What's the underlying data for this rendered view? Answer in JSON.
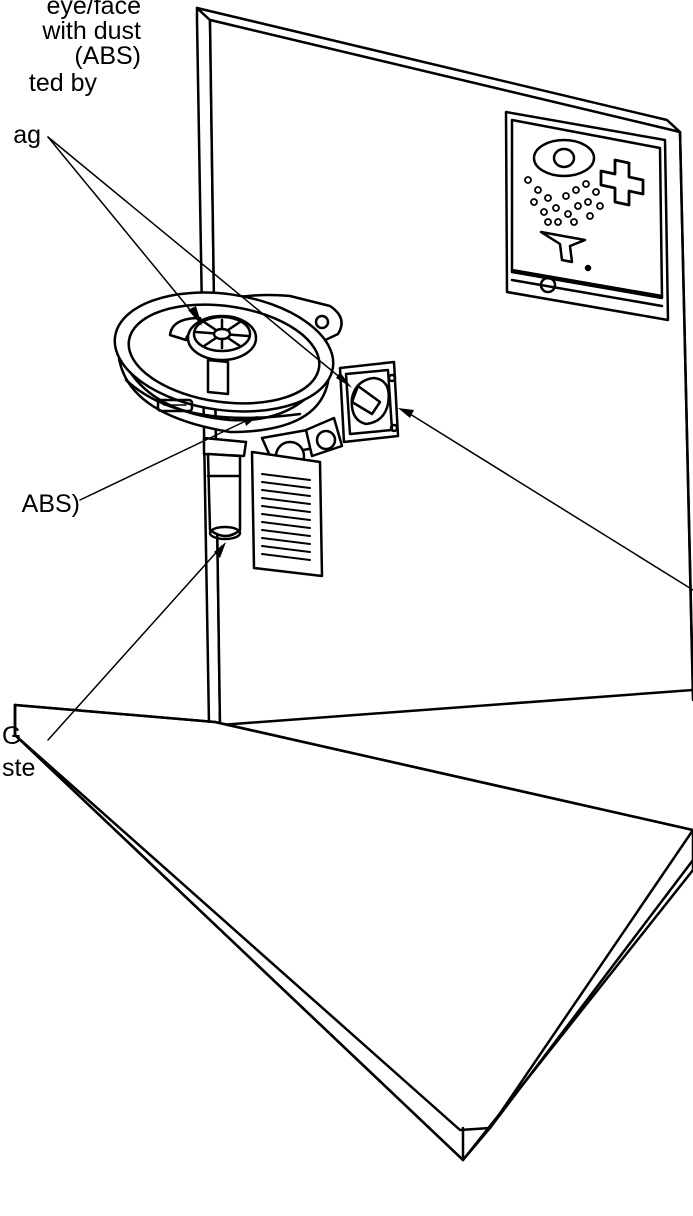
{
  "callouts": {
    "top": {
      "lines": [
        "eye/face",
        "with dust",
        "(ABS)",
        "ted by",
        "ag"
      ]
    },
    "bowl": {
      "lines": [
        "ABS)"
      ]
    },
    "drain": {
      "lines": [
        "G",
        "ste"
      ]
    }
  },
  "colors": {
    "ink": "#000000",
    "paper": "#ffffff"
  }
}
